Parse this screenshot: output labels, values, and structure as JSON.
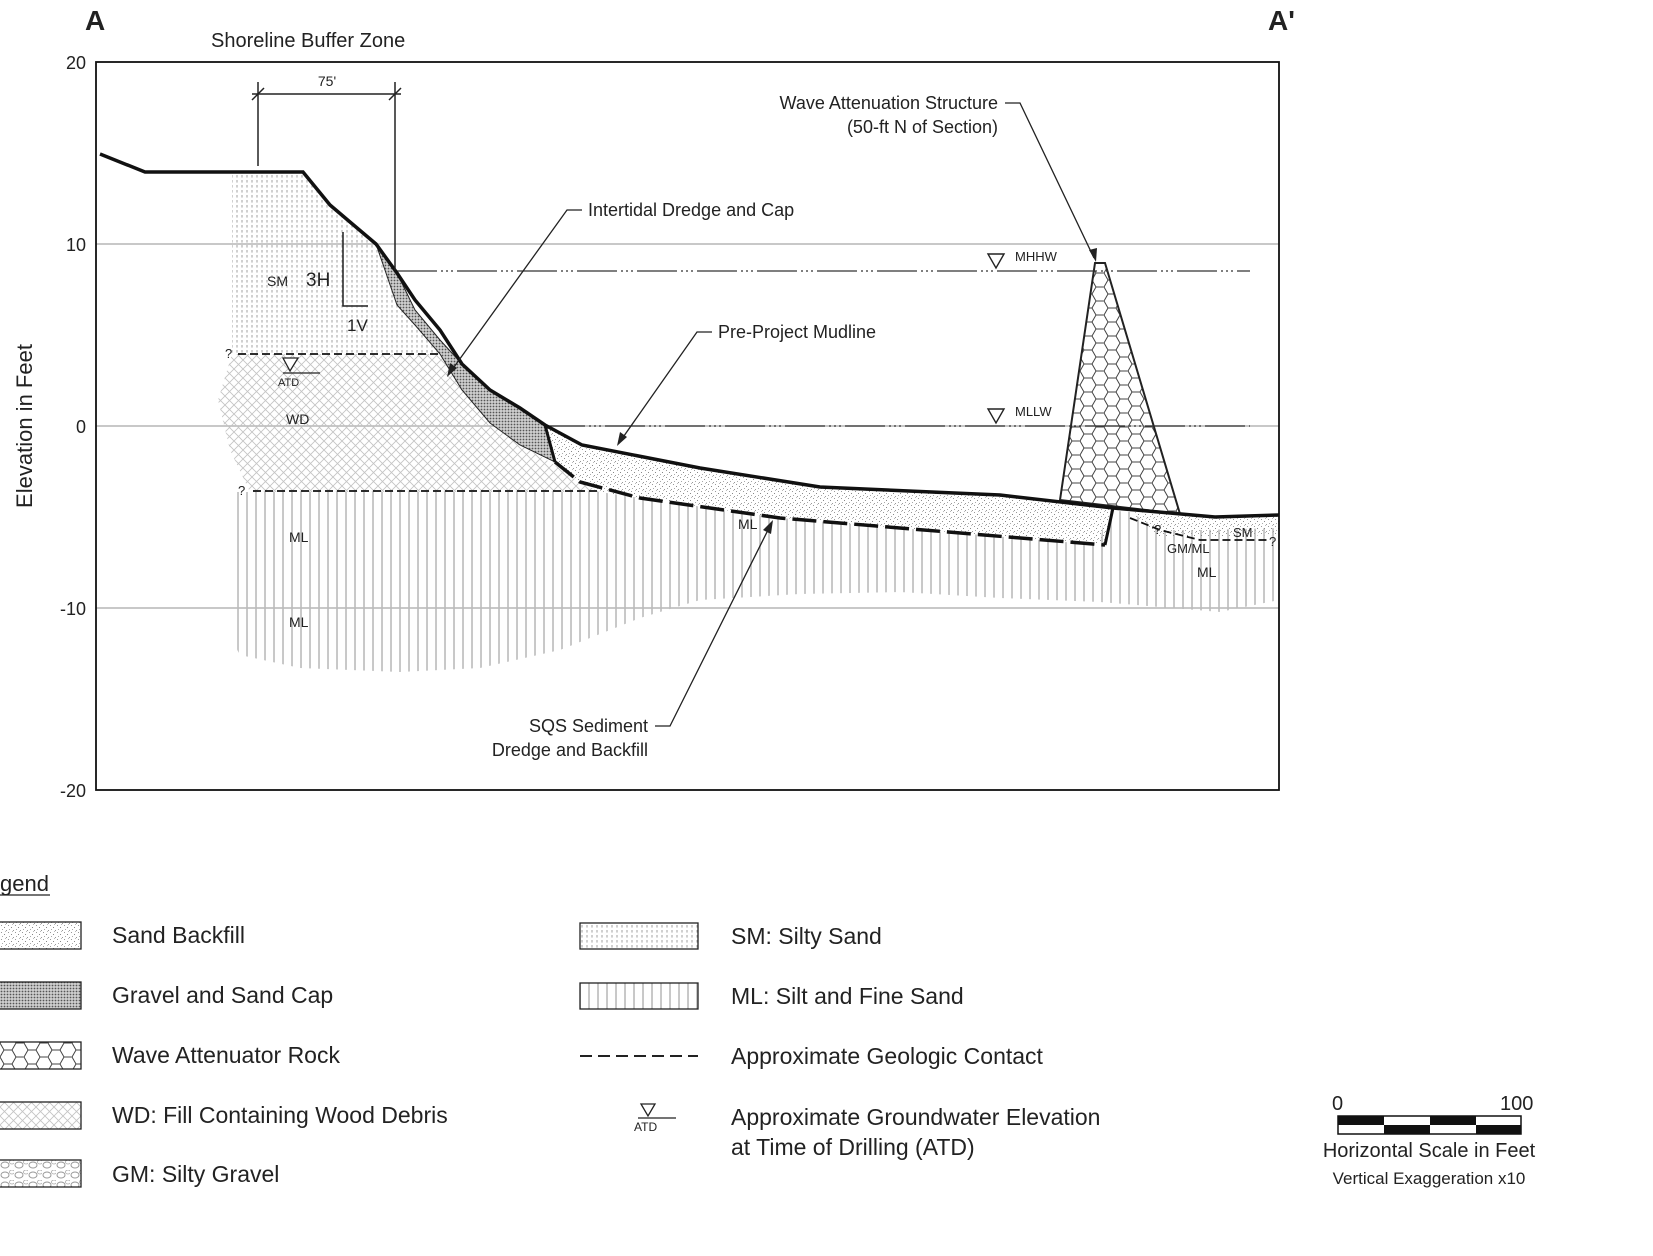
{
  "section": {
    "start_label": "A",
    "end_label": "A'"
  },
  "buffer_zone": {
    "title": "Shoreline Buffer Zone",
    "width_label": "75'"
  },
  "axis": {
    "ylabel": "Elevation in Feet",
    "ticks": [
      "20",
      "10",
      "0",
      "-10",
      "-20"
    ],
    "ylim": [
      -20,
      20
    ]
  },
  "annotations": {
    "wave_structure_line1": "Wave Attenuation Structure",
    "wave_structure_line2": "(50-ft N of Section)",
    "intertidal": "Intertidal Dredge and Cap",
    "mudline": "Pre-Project Mudline",
    "sqs_line1": "SQS Sediment",
    "sqs_line2": "Dredge and Backfill",
    "mhhw": "MHHW",
    "mllw": "MLLW",
    "atd": "ATD",
    "slope_h": "3H",
    "slope_v": "1V",
    "question": "?"
  },
  "soil_labels": {
    "sm_upper": "SM",
    "wd": "WD",
    "ml_1": "ML",
    "ml_2": "ML",
    "ml_mid": "ML",
    "gm_ml": "GM/ML",
    "sm_right": "SM",
    "ml_right": "ML"
  },
  "legend": {
    "title": "gend",
    "items": [
      {
        "key": "sand",
        "label": "Sand Backfill"
      },
      {
        "key": "gravel",
        "label": "Gravel and Sand Cap"
      },
      {
        "key": "rock",
        "label": "Wave Attenuator Rock"
      },
      {
        "key": "wd",
        "label": "WD: Fill Containing Wood Debris"
      },
      {
        "key": "gm",
        "label": "GM: Silty Gravel"
      },
      {
        "key": "sm",
        "label": "SM: Silty Sand"
      },
      {
        "key": "ml",
        "label": "ML: Silt and Fine Sand"
      },
      {
        "key": "contact",
        "label": "Approximate Geologic Contact"
      },
      {
        "key": "gw_line1",
        "label": "Approximate Groundwater Elevation"
      },
      {
        "key": "gw_line2",
        "label": "at Time of Drilling (ATD)"
      }
    ]
  },
  "scale": {
    "zero": "0",
    "hundred": "100",
    "caption": "Horizontal Scale in Feet",
    "exaggeration": "Vertical Exaggeration x10"
  }
}
